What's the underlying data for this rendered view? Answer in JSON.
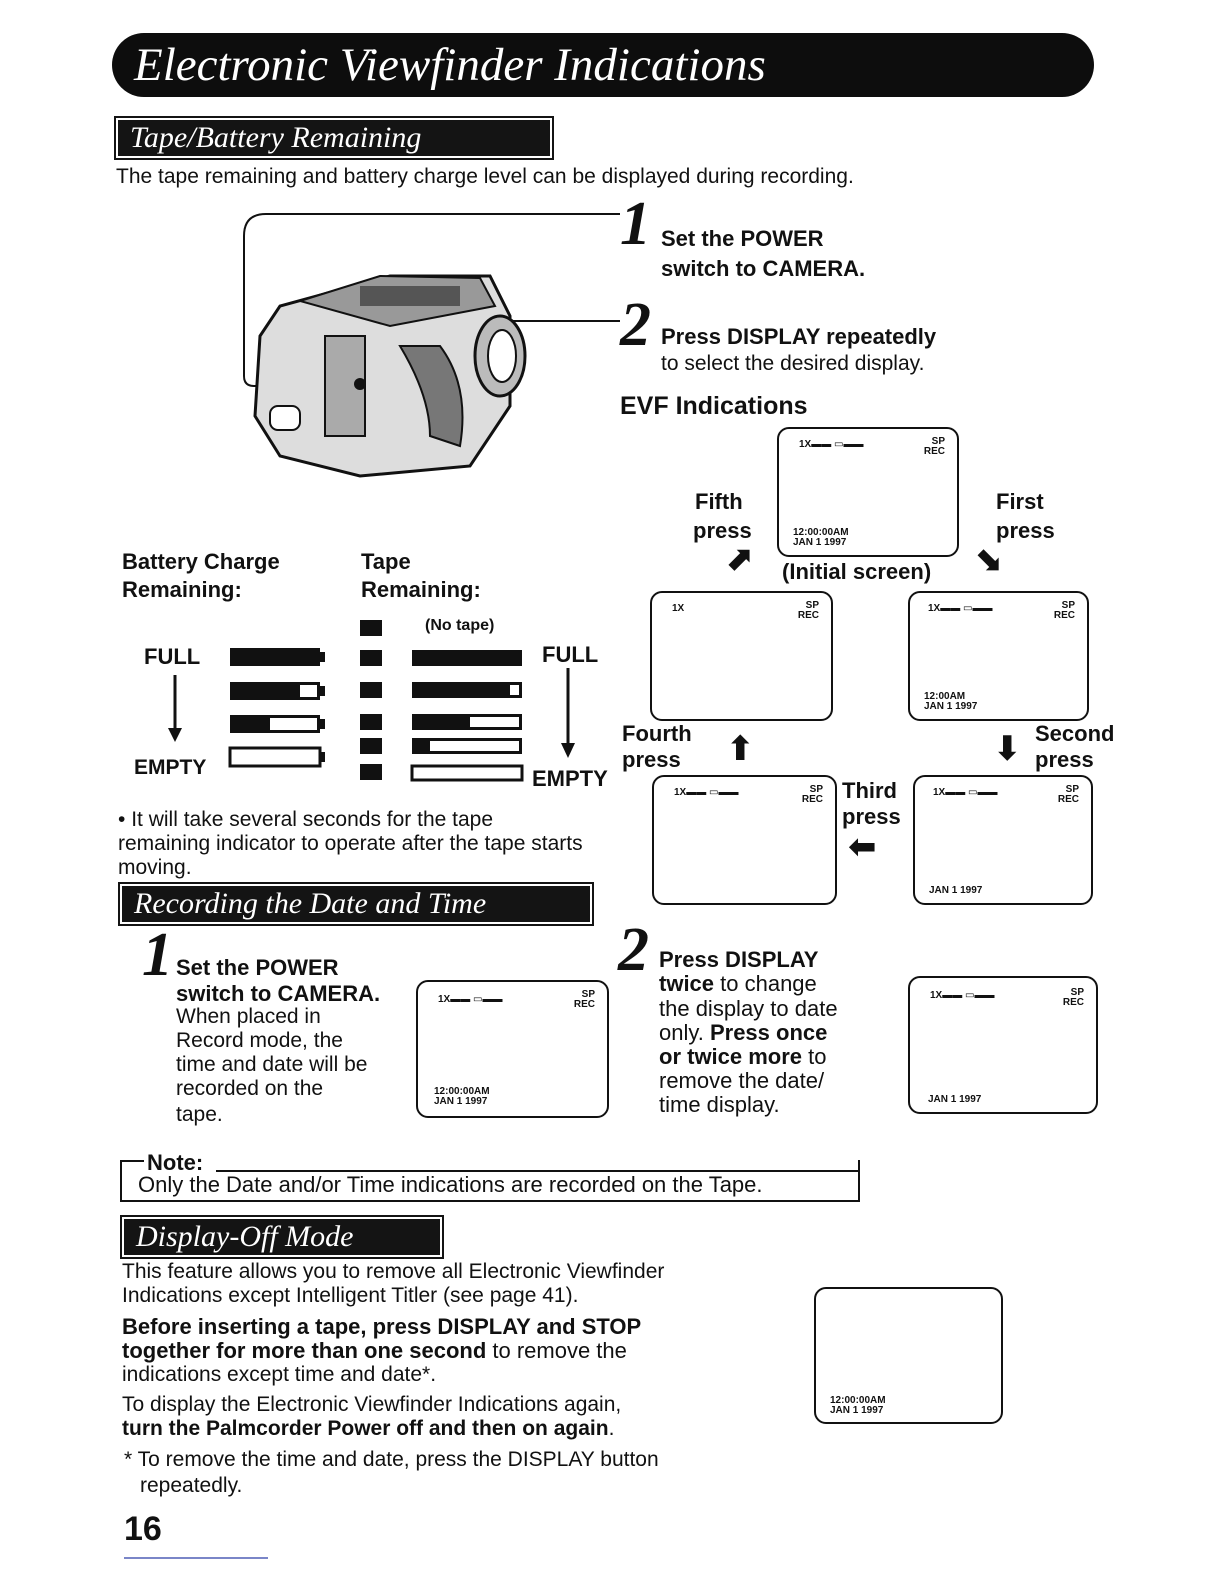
{
  "title": "Electronic Viewfinder Indications",
  "sections": {
    "tape_battery": "Tape/Battery Remaining",
    "recording": "Recording the Date and Time",
    "display_off": "Display-Off Mode"
  },
  "intro": "The tape remaining and battery charge level can be displayed during recording.",
  "step1": {
    "num": "1",
    "line1": "Set the POWER",
    "line2": "switch to CAMERA."
  },
  "step2": {
    "num": "2",
    "bold": "Press DISPLAY repeatedly",
    "text": "to select the desired display."
  },
  "evf": {
    "heading": "EVF Indications",
    "initial": "(Initial screen)",
    "first": [
      "First",
      "press"
    ],
    "second": [
      "Second",
      "press"
    ],
    "third": [
      "Third",
      "press"
    ],
    "fourth": [
      "Fourth",
      "press"
    ],
    "fifth": [
      "Fifth",
      "press"
    ]
  },
  "screen": {
    "top_full": "1X▬▬ ▭▬▬",
    "top_1x": "1X",
    "sp": "SP",
    "rec": "REC",
    "time": "12:00:00AM",
    "time_short": "12:00AM",
    "date": "JAN  1 1997"
  },
  "battery": {
    "heading1": "Battery Charge",
    "heading2": "Remaining:",
    "full": "FULL",
    "empty": "EMPTY"
  },
  "tape": {
    "heading1": "Tape",
    "heading2": "Remaining:",
    "no_tape": "(No tape)",
    "full": "FULL",
    "empty": "EMPTY"
  },
  "bullet": "It will take several seconds for the tape remaining indicator to operate after the tape starts moving.",
  "rec_step1": {
    "num": "1",
    "line1": "Set the POWER",
    "line2": "switch to CAMERA.",
    "lines": [
      "When placed in",
      "Record mode, the",
      "time and date will be",
      "recorded on the",
      "tape."
    ]
  },
  "rec_step2": {
    "num": "2",
    "l1": "Press DISPLAY",
    "l2b": "twice",
    "l2": " to change",
    "l3": "the display to date",
    "l4": "only. ",
    "l4b": "Press once",
    "l5b": "or twice more",
    "l5": " to",
    "l6": "remove the date/",
    "l7": "time display."
  },
  "note": {
    "label": "Note:",
    "text": "Only the Date and/or Time indications are recorded on the Tape."
  },
  "display_off": {
    "p1a": "This feature allows you to remove all Electronic Viewfinder",
    "p1b": "Indications except Intelligent Titler (see page 41).",
    "p2a": "Before inserting a tape, press DISPLAY and STOP",
    "p2b": "together for more than one second",
    "p2c": " to remove the",
    "p2d": "indications except time and date*.",
    "p3a": "To display the Electronic Viewfinder Indications again,",
    "p3b": "turn the Palmcorder Power off and then on again",
    "p3c": ".",
    "footnote1": "* To remove the time and date, press the DISPLAY button",
    "footnote2": "repeatedly."
  },
  "page_number": "16"
}
